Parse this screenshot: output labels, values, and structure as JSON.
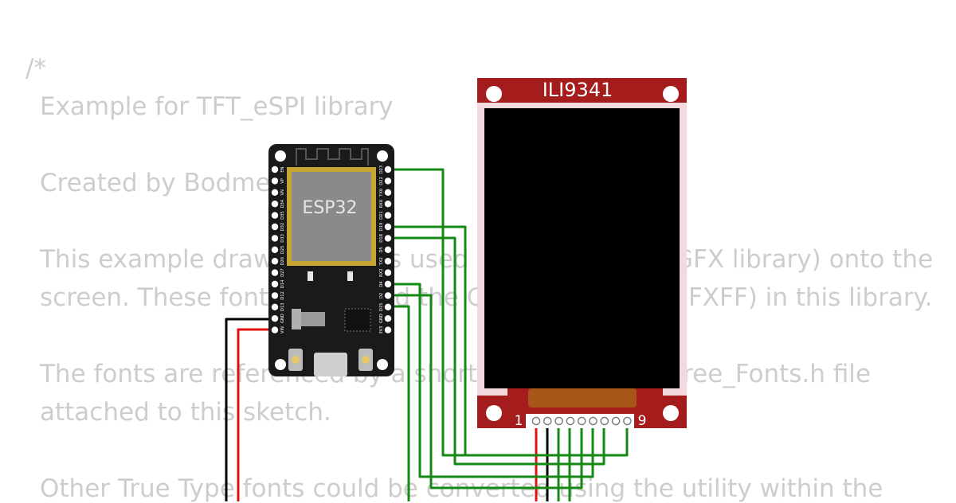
{
  "code_lines": {
    "open": "/*",
    "l1": "Example for TFT_eSPI library",
    "l2": "Created by Bodmer",
    "l3": "This example draws fonts (as used by the Adafruit_GFX library) onto the",
    "l4": "screen. These fonts are called the GFX Free Fonts (GFXFF) in this library.",
    "l5": "The fonts are referenced by a short name, see the Free_Fonts.h file",
    "l6": "attached to this sketch.",
    "l7": "Other True Type fonts could be converted using the utility within the"
  },
  "esp32": {
    "chip_label": "ESP32",
    "left_pins": [
      "EN",
      "VP",
      "VN",
      "D34",
      "D35",
      "D32",
      "D33",
      "D25",
      "D26",
      "D27",
      "D14",
      "D12",
      "D13",
      "GND",
      "VIN"
    ],
    "right_pins": [
      "D23",
      "D22",
      "TX0",
      "RX0",
      "D21",
      "D19",
      "D18",
      "D5",
      "TX2",
      "RX2",
      "D4",
      "D2",
      "D15",
      "GND",
      "3V3"
    ]
  },
  "display": {
    "model_label": "ILI9341",
    "pin_first": "1",
    "pin_last": "9"
  },
  "colors": {
    "display_board": "#a51c1c",
    "wire_signal": "#138a13",
    "wire_power": "#e01010",
    "wire_ground": "#000000",
    "code_text": "#cdcdcd"
  }
}
